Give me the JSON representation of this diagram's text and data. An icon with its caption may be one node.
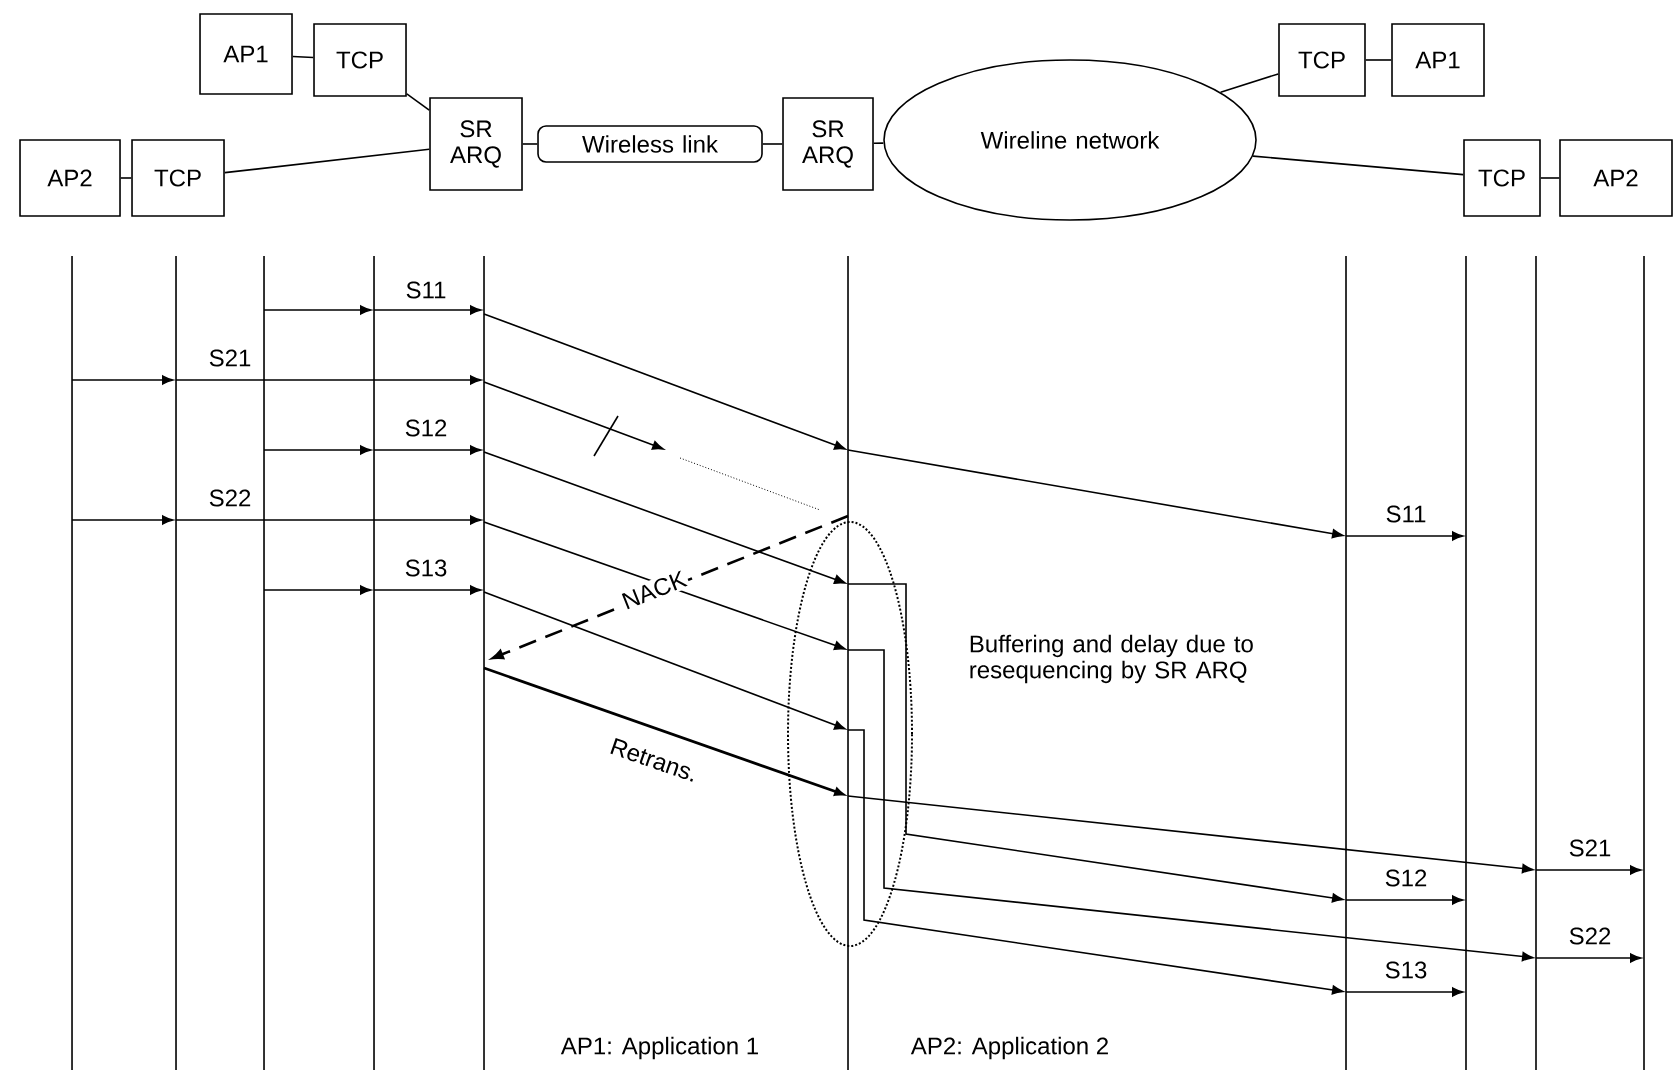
{
  "diagram": {
    "nodes": [
      {
        "text": [
          "AP1"
        ]
      },
      {
        "text": [
          "TCP"
        ]
      },
      {
        "text": [
          "SR ARQ"
        ]
      },
      {
        "text": [
          "Wireless link"
        ]
      },
      {
        "text": [
          "SR ARQ"
        ]
      },
      {
        "text": [
          "Wireline network"
        ]
      },
      {
        "text": [
          "TCP"
        ]
      },
      {
        "text": [
          "AP1"
        ]
      },
      {
        "text": [
          "AP2"
        ]
      },
      {
        "text": [
          "TCP"
        ]
      },
      {
        "text": [
          "TCP"
        ]
      },
      {
        "text": [
          "AP2"
        ]
      },
      {
        "text": [],
        "shape": "ellipse",
        "beside": [
          "Buffering and delay due to resequencing by SR ARQ"
        ]
      }
    ],
    "edges": [
      {
        "from": 0,
        "to": 1,
        "arrow": "none"
      },
      {
        "from": 1,
        "to": 2,
        "arrow": "none"
      },
      {
        "from": 8,
        "to": 9,
        "arrow": "none"
      },
      {
        "from": 9,
        "to": 2,
        "arrow": "none"
      },
      {
        "from": 2,
        "to": 3,
        "arrow": "none"
      },
      {
        "from": 3,
        "to": 4,
        "arrow": "none"
      },
      {
        "from": 4,
        "to": 5,
        "arrow": "none"
      },
      {
        "from": 5,
        "to": 6,
        "arrow": "none"
      },
      {
        "from": 5,
        "to": 10,
        "arrow": "none"
      },
      {
        "from": 6,
        "to": 7,
        "arrow": "none"
      },
      {
        "from": 10,
        "to": 11,
        "arrow": "none"
      }
    ],
    "labels": [
      "S11",
      "S21",
      "S12",
      "S22",
      "S13",
      "NACK",
      "S11",
      "Retrans.",
      "S21",
      "S12",
      "S22",
      "S13",
      "AP1: Application 1",
      "AP2: Application 2"
    ]
  }
}
